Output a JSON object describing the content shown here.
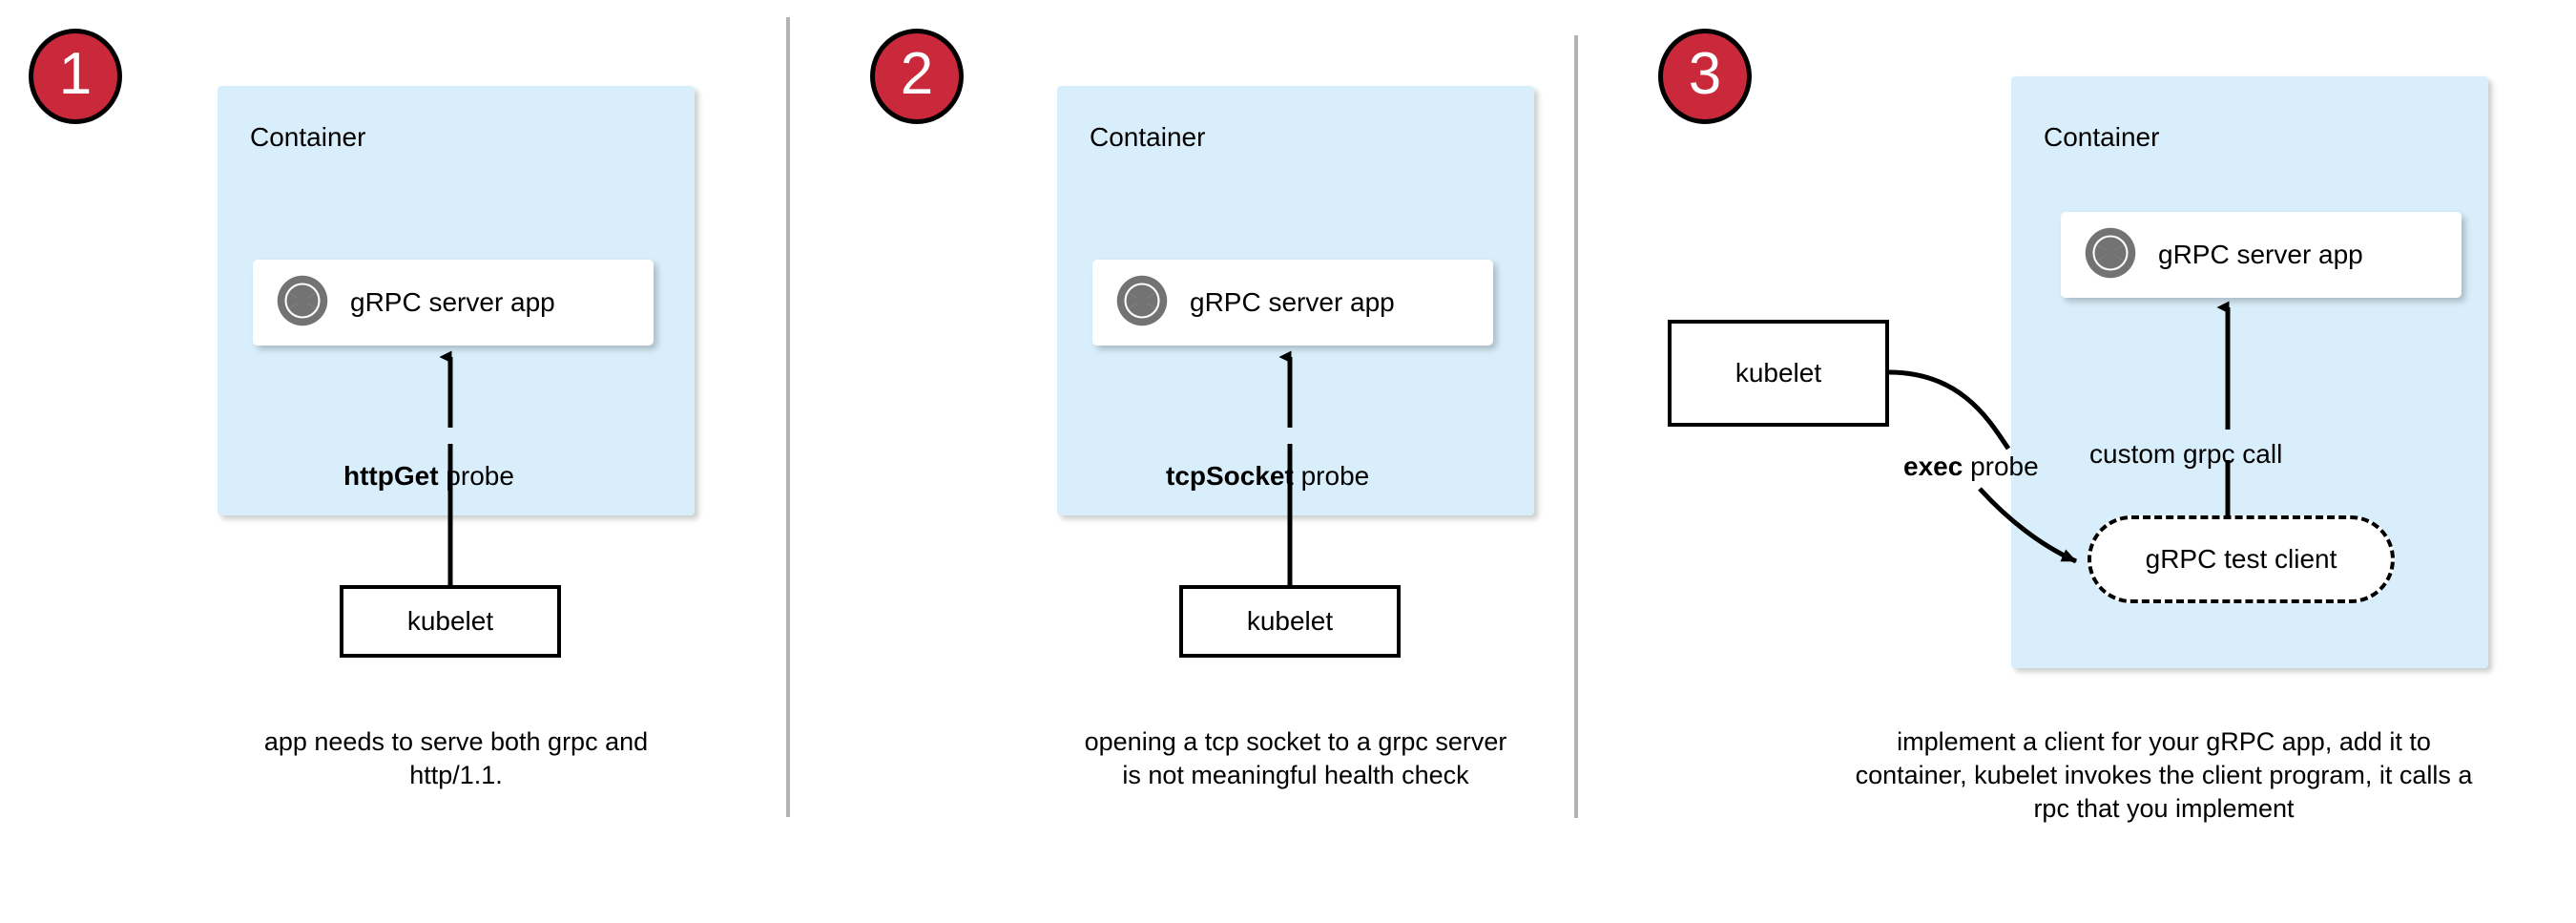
{
  "diagram": {
    "title": "gRPC health check probe approaches",
    "colors": {
      "badge_fill": "#c9293b",
      "badge_stroke": "#000000",
      "container_fill": "#d9eefb",
      "app_card_fill": "#ffffff",
      "icon_gray": "#737373",
      "divider": "#b3b3b3",
      "stroke": "#000000"
    },
    "dividers": 2
  },
  "panels": [
    {
      "number": "1",
      "container_label": "Container",
      "app_label": "gRPC server app",
      "app_icon": "grpc-aperture-icon",
      "probe_bold": "httpGet",
      "probe_rest": " probe",
      "kubelet_label": "kubelet",
      "caption": "app needs to serve both grpc and http/1.1."
    },
    {
      "number": "2",
      "container_label": "Container",
      "app_label": "gRPC server app",
      "app_icon": "grpc-aperture-icon",
      "probe_bold": "tcpSocket",
      "probe_rest": " probe",
      "kubelet_label": "kubelet",
      "caption": "opening a tcp socket to a grpc server is not meaningful health check"
    },
    {
      "number": "3",
      "container_label": "Container",
      "app_label": "gRPC server app",
      "app_icon": "grpc-aperture-icon",
      "probe_bold": "exec",
      "probe_rest": " probe",
      "kubelet_label": "kubelet",
      "test_client_label": "gRPC test client",
      "edge_label": "custom grpc call",
      "caption": "implement a client for your gRPC app, add it to container, kubelet invokes the client program, it calls a rpc that you implement"
    }
  ]
}
